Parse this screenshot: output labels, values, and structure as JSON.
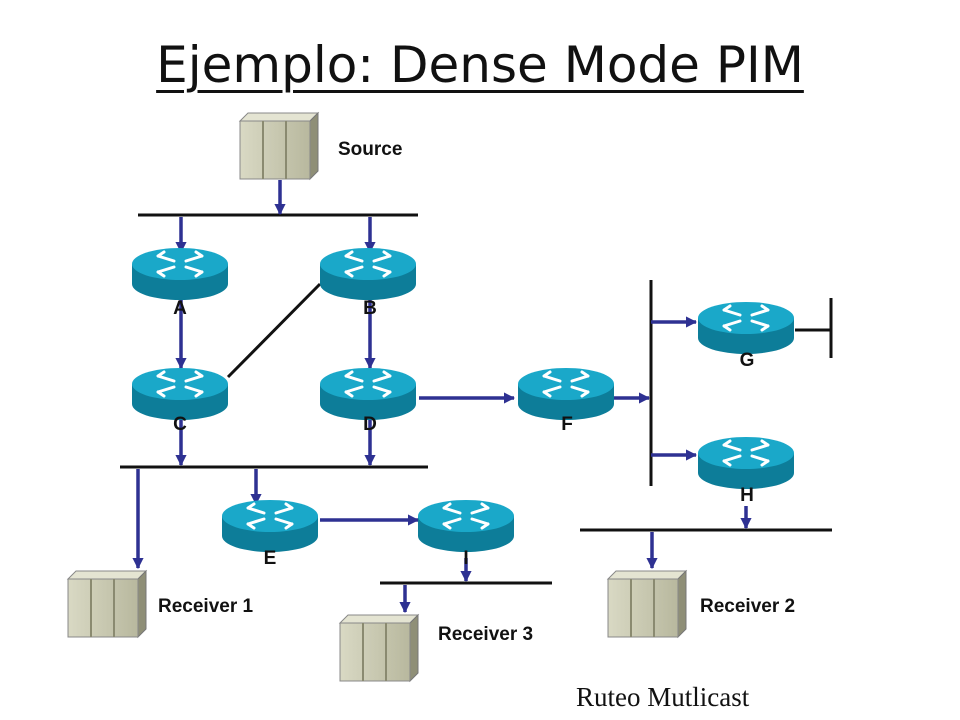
{
  "title": "Ejemplo: Dense Mode PIM",
  "footer": "Ruteo Mutlicast",
  "colors": {
    "router": "#1aa8c9",
    "router_dark": "#0d7d99",
    "arrow": "#2e3192",
    "server": "#c9c9b0"
  },
  "hosts": {
    "source": "Source",
    "receiver1": "Receiver 1",
    "receiver2": "Receiver 2",
    "receiver3": "Receiver 3"
  },
  "routers": {
    "a": "A",
    "b": "B",
    "c": "C",
    "d": "D",
    "e": "E",
    "f": "F",
    "g": "G",
    "h": "H",
    "i": "I"
  }
}
